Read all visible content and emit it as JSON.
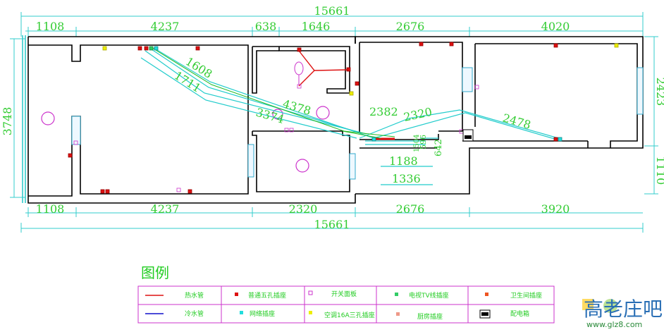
{
  "dimensions": {
    "top_total": "15661",
    "top_segments": [
      "1108",
      "4237",
      "638",
      "1646",
      "2676",
      "4020"
    ],
    "bottom_segments": [
      "1108",
      "4237",
      "2320",
      "2676",
      "3920"
    ],
    "bottom_total": "15661",
    "left_height": "3748",
    "right_upper": "2423",
    "right_lower": "1110",
    "pipe_runs": [
      "1608",
      "1711",
      "4378",
      "3374",
      "2382",
      "2320",
      "2478",
      "1188",
      "1336",
      "642",
      "596",
      "1504"
    ]
  },
  "legend": {
    "title": "图例",
    "items": [
      {
        "label": "热水管",
        "symbol": "line",
        "color": "#dd1111"
      },
      {
        "label": "普通五孔插座",
        "symbol": "square",
        "color": "#dd1111"
      },
      {
        "label": "开关面板",
        "symbol": "square-outline",
        "color": "#cc33cc"
      },
      {
        "label": "电视TV线插座",
        "symbol": "square",
        "color": "#33cc66"
      },
      {
        "label": "卫生间插座",
        "symbol": "square",
        "color": "#ee5522"
      },
      {
        "label": "冷水管",
        "symbol": "line",
        "color": "#1111cc"
      },
      {
        "label": "网络插座",
        "symbol": "square",
        "color": "#22dddd"
      },
      {
        "label": "空调16A三孔插座",
        "symbol": "square",
        "color": "#eeee00"
      },
      {
        "label": "厨房插座",
        "symbol": "square",
        "color": "#ee9988"
      },
      {
        "label": "配电箱",
        "symbol": "box",
        "color": "#000000"
      }
    ]
  },
  "watermark": {
    "logo": "高老庄吧",
    "url": "www.glz8.com"
  }
}
